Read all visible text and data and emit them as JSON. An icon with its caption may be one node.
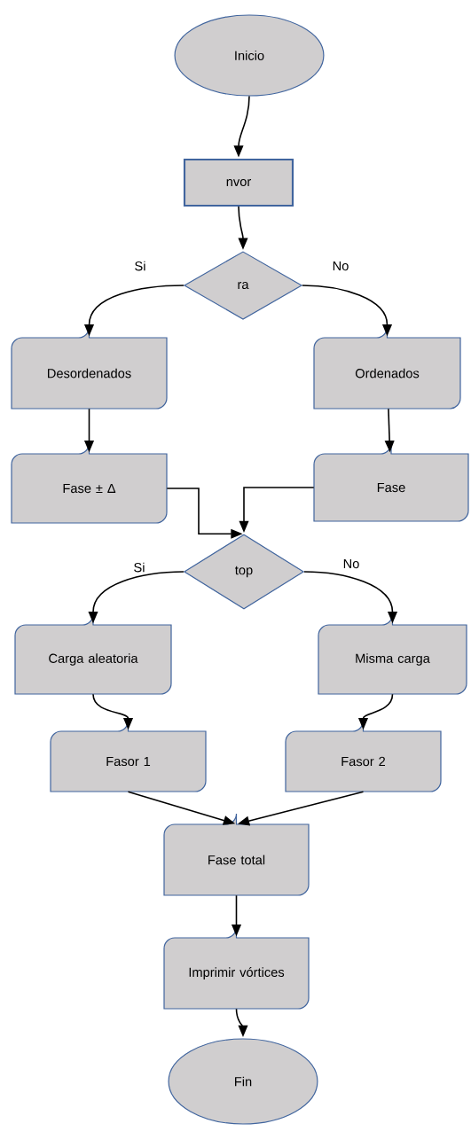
{
  "diagram": {
    "nodes": [
      {
        "text": [
          "Inicio"
        ]
      },
      {
        "text": [
          "nvor"
        ]
      },
      {
        "text": [
          "ra"
        ]
      },
      {
        "text": [
          "Desordenados"
        ]
      },
      {
        "text": [
          "Ordenados"
        ]
      },
      {
        "text": [
          "Fase ± Δ"
        ]
      },
      {
        "text": [
          "Fase"
        ]
      },
      {
        "text": [
          "top"
        ]
      },
      {
        "text": [
          "Carga aleatoria"
        ]
      },
      {
        "text": [
          "Misma carga"
        ]
      },
      {
        "text": [
          "Fasor 1"
        ]
      },
      {
        "text": [
          "Fasor 2"
        ]
      },
      {
        "text": [
          "Fase total"
        ]
      },
      {
        "text": [
          "Imprimir vórtices"
        ]
      },
      {
        "text": [
          "Fin"
        ]
      }
    ],
    "edges": [
      {
        "from": 0,
        "to": 1,
        "arrow": "to"
      },
      {
        "from": 1,
        "to": 2,
        "arrow": "to"
      },
      {
        "from": 2,
        "to": 3,
        "arrow": "to",
        "label": "Si"
      },
      {
        "from": 2,
        "to": 4,
        "arrow": "to",
        "label": "No"
      },
      {
        "from": 3,
        "to": 5,
        "arrow": "to"
      },
      {
        "from": 4,
        "to": 6,
        "arrow": "to"
      },
      {
        "from": 5,
        "to": 7,
        "arrow": "to"
      },
      {
        "from": 6,
        "to": 7,
        "arrow": "to"
      },
      {
        "from": 7,
        "to": 8,
        "arrow": "to",
        "label": "Si"
      },
      {
        "from": 7,
        "to": 9,
        "arrow": "to",
        "label": "No"
      },
      {
        "from": 8,
        "to": 10,
        "arrow": "to"
      },
      {
        "from": 9,
        "to": 11,
        "arrow": "to"
      },
      {
        "from": 10,
        "to": 12,
        "arrow": "to"
      },
      {
        "from": 11,
        "to": 12,
        "arrow": "to"
      },
      {
        "from": 12,
        "to": 13,
        "arrow": "to"
      },
      {
        "from": 13,
        "to": 14,
        "arrow": "to"
      }
    ]
  }
}
